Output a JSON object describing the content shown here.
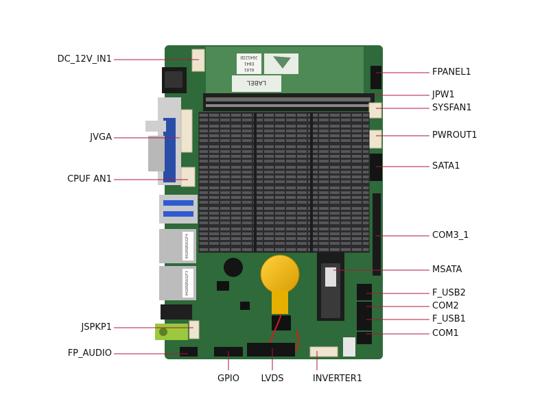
{
  "colors": {
    "leader_line": "#b2153a",
    "pcb": "#2e6a3a",
    "heatsink": "#3a3a3c",
    "battery": "#e8b400",
    "label_text": "#111111"
  },
  "board": {
    "silkscreen_label": "LABEL",
    "sticker_code_1": "J6412ID",
    "sticker_code_2": "E841",
    "sticker_code_3": "6L01",
    "lan_sticker_1": "04285D5A32F4",
    "lan_sticker_2": "04285D5A32F3"
  },
  "labels": {
    "left": [
      "DC_12V_IN1",
      "JVGA",
      "CPUF AN1",
      "JSPKP1",
      "FP_AUDIO"
    ],
    "right": [
      "FPANEL1",
      "JPW1",
      "SYSFAN1",
      "PWROUT1",
      "SATA1",
      "COM3_1",
      "MSATA",
      "F_USB2",
      "COM2",
      "F_USB1",
      "COM1"
    ],
    "bottom": [
      "GPIO",
      "LVDS",
      "INVERTER1"
    ]
  }
}
